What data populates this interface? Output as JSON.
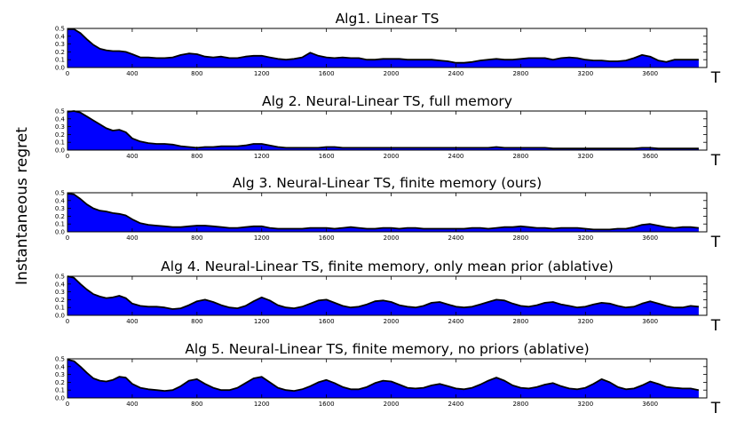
{
  "figure": {
    "ylabel": "Instantaneous regret",
    "xlabel": "T"
  },
  "chart_data": [
    {
      "type": "area",
      "title": "Alg1. Linear TS",
      "xlabel": "T",
      "ylabel": "",
      "xlim": [
        0,
        3950
      ],
      "ylim": [
        0,
        0.5
      ],
      "xticks": [
        0,
        400,
        800,
        1200,
        1600,
        2000,
        2400,
        2800,
        3200,
        3600
      ],
      "yticks": [
        0.0,
        0.1,
        0.2,
        0.3,
        0.4,
        0.5
      ],
      "x": [
        0,
        40,
        80,
        120,
        160,
        200,
        240,
        280,
        320,
        360,
        400,
        450,
        500,
        550,
        600,
        650,
        700,
        750,
        800,
        850,
        900,
        950,
        1000,
        1050,
        1100,
        1150,
        1200,
        1250,
        1300,
        1350,
        1400,
        1450,
        1500,
        1550,
        1600,
        1650,
        1700,
        1750,
        1800,
        1850,
        1900,
        1950,
        2000,
        2050,
        2100,
        2150,
        2200,
        2250,
        2300,
        2350,
        2400,
        2450,
        2500,
        2550,
        2600,
        2650,
        2700,
        2750,
        2800,
        2850,
        2900,
        2950,
        3000,
        3050,
        3100,
        3150,
        3200,
        3250,
        3300,
        3350,
        3400,
        3450,
        3500,
        3550,
        3600,
        3650,
        3700,
        3750,
        3800,
        3850,
        3900
      ],
      "y": [
        0.49,
        0.49,
        0.44,
        0.36,
        0.29,
        0.24,
        0.22,
        0.21,
        0.21,
        0.2,
        0.17,
        0.13,
        0.13,
        0.12,
        0.12,
        0.13,
        0.16,
        0.18,
        0.17,
        0.14,
        0.13,
        0.14,
        0.12,
        0.12,
        0.14,
        0.15,
        0.15,
        0.13,
        0.11,
        0.1,
        0.11,
        0.13,
        0.19,
        0.15,
        0.13,
        0.12,
        0.13,
        0.12,
        0.12,
        0.1,
        0.1,
        0.11,
        0.11,
        0.11,
        0.1,
        0.1,
        0.1,
        0.1,
        0.09,
        0.08,
        0.06,
        0.06,
        0.07,
        0.09,
        0.1,
        0.11,
        0.1,
        0.1,
        0.11,
        0.12,
        0.12,
        0.12,
        0.1,
        0.12,
        0.13,
        0.12,
        0.1,
        0.09,
        0.09,
        0.08,
        0.08,
        0.09,
        0.12,
        0.16,
        0.14,
        0.09,
        0.07,
        0.1,
        0.1,
        0.1,
        0.1
      ]
    },
    {
      "type": "area",
      "title": "Alg 2. Neural-Linear TS, full memory",
      "xlabel": "T",
      "ylabel": "",
      "xlim": [
        0,
        3950
      ],
      "ylim": [
        0,
        0.5
      ],
      "xticks": [
        0,
        400,
        800,
        1200,
        1600,
        2000,
        2400,
        2800,
        3200,
        3600
      ],
      "yticks": [
        0.0,
        0.1,
        0.2,
        0.3,
        0.4,
        0.5
      ],
      "x": [
        0,
        40,
        80,
        120,
        160,
        200,
        240,
        280,
        320,
        360,
        400,
        450,
        500,
        550,
        600,
        650,
        700,
        750,
        800,
        850,
        900,
        950,
        1000,
        1050,
        1100,
        1150,
        1200,
        1250,
        1300,
        1350,
        1400,
        1450,
        1500,
        1550,
        1600,
        1650,
        1700,
        1750,
        1800,
        1850,
        1900,
        1950,
        2000,
        2050,
        2100,
        2150,
        2200,
        2250,
        2300,
        2350,
        2400,
        2450,
        2500,
        2550,
        2600,
        2650,
        2700,
        2750,
        2800,
        2850,
        2900,
        2950,
        3000,
        3050,
        3100,
        3150,
        3200,
        3250,
        3300,
        3350,
        3400,
        3450,
        3500,
        3550,
        3600,
        3650,
        3700,
        3750,
        3800,
        3850,
        3900
      ],
      "y": [
        0.49,
        0.5,
        0.48,
        0.43,
        0.38,
        0.33,
        0.28,
        0.25,
        0.26,
        0.23,
        0.15,
        0.11,
        0.09,
        0.08,
        0.08,
        0.07,
        0.05,
        0.04,
        0.03,
        0.04,
        0.04,
        0.05,
        0.05,
        0.05,
        0.06,
        0.08,
        0.08,
        0.06,
        0.04,
        0.03,
        0.03,
        0.03,
        0.03,
        0.03,
        0.04,
        0.04,
        0.03,
        0.03,
        0.03,
        0.03,
        0.03,
        0.03,
        0.03,
        0.03,
        0.03,
        0.03,
        0.03,
        0.03,
        0.03,
        0.03,
        0.03,
        0.03,
        0.03,
        0.03,
        0.03,
        0.04,
        0.03,
        0.03,
        0.03,
        0.03,
        0.03,
        0.03,
        0.02,
        0.02,
        0.02,
        0.02,
        0.02,
        0.02,
        0.02,
        0.02,
        0.02,
        0.02,
        0.02,
        0.03,
        0.03,
        0.02,
        0.02,
        0.02,
        0.02,
        0.02,
        0.02
      ]
    },
    {
      "type": "area",
      "title": "Alg 3. Neural-Linear TS, finite memory (ours)",
      "xlabel": "T",
      "ylabel": "",
      "xlim": [
        0,
        3950
      ],
      "ylim": [
        0,
        0.5
      ],
      "xticks": [
        0,
        400,
        800,
        1200,
        1600,
        2000,
        2400,
        2800,
        3200,
        3600
      ],
      "yticks": [
        0.0,
        0.1,
        0.2,
        0.3,
        0.4,
        0.5
      ],
      "x": [
        0,
        40,
        80,
        120,
        160,
        200,
        240,
        280,
        320,
        360,
        400,
        450,
        500,
        550,
        600,
        650,
        700,
        750,
        800,
        850,
        900,
        950,
        1000,
        1050,
        1100,
        1150,
        1200,
        1250,
        1300,
        1350,
        1400,
        1450,
        1500,
        1550,
        1600,
        1650,
        1700,
        1750,
        1800,
        1850,
        1900,
        1950,
        2000,
        2050,
        2100,
        2150,
        2200,
        2250,
        2300,
        2350,
        2400,
        2450,
        2500,
        2550,
        2600,
        2650,
        2700,
        2750,
        2800,
        2850,
        2900,
        2950,
        3000,
        3050,
        3100,
        3150,
        3200,
        3250,
        3300,
        3350,
        3400,
        3450,
        3500,
        3550,
        3600,
        3650,
        3700,
        3750,
        3800,
        3850,
        3900
      ],
      "y": [
        0.49,
        0.48,
        0.42,
        0.35,
        0.3,
        0.27,
        0.26,
        0.24,
        0.23,
        0.21,
        0.16,
        0.11,
        0.09,
        0.08,
        0.07,
        0.06,
        0.06,
        0.07,
        0.08,
        0.08,
        0.07,
        0.06,
        0.05,
        0.05,
        0.06,
        0.07,
        0.07,
        0.05,
        0.04,
        0.04,
        0.04,
        0.04,
        0.05,
        0.05,
        0.05,
        0.04,
        0.05,
        0.06,
        0.05,
        0.04,
        0.04,
        0.05,
        0.05,
        0.04,
        0.05,
        0.05,
        0.04,
        0.04,
        0.04,
        0.04,
        0.04,
        0.04,
        0.05,
        0.05,
        0.04,
        0.05,
        0.06,
        0.06,
        0.07,
        0.06,
        0.05,
        0.05,
        0.04,
        0.05,
        0.05,
        0.05,
        0.04,
        0.03,
        0.03,
        0.03,
        0.04,
        0.04,
        0.06,
        0.09,
        0.1,
        0.08,
        0.06,
        0.05,
        0.06,
        0.06,
        0.05
      ]
    },
    {
      "type": "area",
      "title": "Alg 4. Neural-Linear TS, finite memory, only mean prior (ablative)",
      "xlabel": "T",
      "ylabel": "",
      "xlim": [
        0,
        3950
      ],
      "ylim": [
        0,
        0.5
      ],
      "xticks": [
        0,
        400,
        800,
        1200,
        1600,
        2000,
        2400,
        2800,
        3200,
        3600
      ],
      "yticks": [
        0.0,
        0.1,
        0.2,
        0.3,
        0.4,
        0.5
      ],
      "x": [
        0,
        40,
        80,
        120,
        160,
        200,
        240,
        280,
        320,
        360,
        400,
        450,
        500,
        550,
        600,
        650,
        700,
        750,
        800,
        850,
        900,
        950,
        1000,
        1050,
        1100,
        1150,
        1200,
        1250,
        1300,
        1350,
        1400,
        1450,
        1500,
        1550,
        1600,
        1650,
        1700,
        1750,
        1800,
        1850,
        1900,
        1950,
        2000,
        2050,
        2100,
        2150,
        2200,
        2250,
        2300,
        2350,
        2400,
        2450,
        2500,
        2550,
        2600,
        2650,
        2700,
        2750,
        2800,
        2850,
        2900,
        2950,
        3000,
        3050,
        3100,
        3150,
        3200,
        3250,
        3300,
        3350,
        3400,
        3450,
        3500,
        3550,
        3600,
        3650,
        3700,
        3750,
        3800,
        3850,
        3900
      ],
      "y": [
        0.5,
        0.48,
        0.4,
        0.33,
        0.27,
        0.24,
        0.22,
        0.23,
        0.25,
        0.22,
        0.15,
        0.12,
        0.11,
        0.11,
        0.1,
        0.08,
        0.09,
        0.13,
        0.18,
        0.2,
        0.17,
        0.13,
        0.1,
        0.09,
        0.12,
        0.18,
        0.23,
        0.19,
        0.13,
        0.1,
        0.09,
        0.11,
        0.15,
        0.19,
        0.2,
        0.16,
        0.12,
        0.1,
        0.11,
        0.14,
        0.18,
        0.19,
        0.17,
        0.13,
        0.11,
        0.1,
        0.12,
        0.16,
        0.17,
        0.14,
        0.11,
        0.1,
        0.11,
        0.14,
        0.17,
        0.2,
        0.19,
        0.15,
        0.12,
        0.11,
        0.13,
        0.16,
        0.17,
        0.14,
        0.12,
        0.1,
        0.11,
        0.14,
        0.16,
        0.15,
        0.12,
        0.1,
        0.11,
        0.15,
        0.18,
        0.15,
        0.12,
        0.1,
        0.1,
        0.12,
        0.11
      ]
    },
    {
      "type": "area",
      "title": "Alg 5. Neural-Linear TS, finite memory, no priors (ablative)",
      "xlabel": "T",
      "ylabel": "",
      "xlim": [
        0,
        3950
      ],
      "ylim": [
        0,
        0.5
      ],
      "xticks": [
        0,
        400,
        800,
        1200,
        1600,
        2000,
        2400,
        2800,
        3200,
        3600
      ],
      "yticks": [
        0.0,
        0.1,
        0.2,
        0.3,
        0.4,
        0.5
      ],
      "x": [
        0,
        40,
        80,
        120,
        160,
        200,
        240,
        280,
        320,
        360,
        400,
        450,
        500,
        550,
        600,
        650,
        700,
        750,
        800,
        850,
        900,
        950,
        1000,
        1050,
        1100,
        1150,
        1200,
        1250,
        1300,
        1350,
        1400,
        1450,
        1500,
        1550,
        1600,
        1650,
        1700,
        1750,
        1800,
        1850,
        1900,
        1950,
        2000,
        2050,
        2100,
        2150,
        2200,
        2250,
        2300,
        2350,
        2400,
        2450,
        2500,
        2550,
        2600,
        2650,
        2700,
        2750,
        2800,
        2850,
        2900,
        2950,
        3000,
        3050,
        3100,
        3150,
        3200,
        3250,
        3300,
        3350,
        3400,
        3450,
        3500,
        3550,
        3600,
        3650,
        3700,
        3750,
        3800,
        3850,
        3900
      ],
      "y": [
        0.49,
        0.47,
        0.4,
        0.32,
        0.25,
        0.22,
        0.21,
        0.23,
        0.27,
        0.26,
        0.18,
        0.13,
        0.11,
        0.1,
        0.09,
        0.1,
        0.15,
        0.22,
        0.24,
        0.18,
        0.13,
        0.1,
        0.1,
        0.13,
        0.19,
        0.25,
        0.27,
        0.2,
        0.13,
        0.1,
        0.09,
        0.11,
        0.15,
        0.2,
        0.23,
        0.19,
        0.14,
        0.11,
        0.11,
        0.14,
        0.19,
        0.22,
        0.21,
        0.17,
        0.13,
        0.12,
        0.13,
        0.16,
        0.18,
        0.15,
        0.12,
        0.11,
        0.13,
        0.17,
        0.22,
        0.26,
        0.22,
        0.16,
        0.13,
        0.12,
        0.14,
        0.17,
        0.19,
        0.15,
        0.12,
        0.11,
        0.13,
        0.18,
        0.24,
        0.2,
        0.14,
        0.11,
        0.12,
        0.16,
        0.21,
        0.18,
        0.14,
        0.13,
        0.12,
        0.12,
        0.1
      ]
    }
  ]
}
